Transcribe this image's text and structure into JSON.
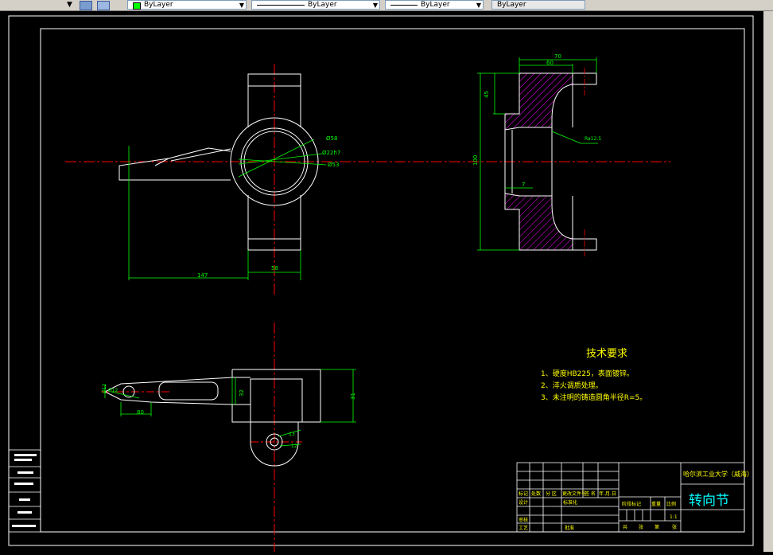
{
  "toolbar": {
    "layer_color_label": "ByLayer",
    "linetype_label": "ByLayer",
    "lineweight_label": "ByLayer",
    "plotstyle_label": "ByLayer"
  },
  "dims": {
    "d70": "70",
    "d60": "60",
    "d45": "45",
    "d100": "100",
    "d7": "7",
    "d147": "147",
    "d58": "58",
    "phi58": "Ø58",
    "phi22": "Ø22h7",
    "phi53": "Ø53",
    "surface": "Ra12.5",
    "d31": "31",
    "d32": "32",
    "d80": "80",
    "d12a": "Ø12",
    "d12b": "Ø12",
    "d13": "13",
    "d12c": "12"
  },
  "tech": {
    "title": "技术要求",
    "req1": "1、硬度HB225，表面镀锌。",
    "req2": "2、淬火调质处理。",
    "req3": "3、未注明的铸造圆角半径R=5。"
  },
  "titleblock": {
    "school": "哈尔滨工业大学（威海）",
    "part_name": "转向节",
    "mark": "标记",
    "count": "处数",
    "zone": "分 区",
    "docno": "更改文件号",
    "sign": "签 名",
    "date": "年.月.日",
    "design": "设计",
    "std": "标准化",
    "review": "审核",
    "process": "工艺",
    "approve": "批准",
    "stage": "阶段标记",
    "weight": "重量",
    "scale": "比例",
    "scale_val": "1:1",
    "total": "共",
    "sheet": "张",
    "page": "第",
    "sheet2": "张"
  },
  "colors": {
    "geometry": "#ffffff",
    "dimension": "#00ff00",
    "center": "#ff0000",
    "hatch": "#ff00ff",
    "text": "#ffff00",
    "title": "#00ffff"
  }
}
